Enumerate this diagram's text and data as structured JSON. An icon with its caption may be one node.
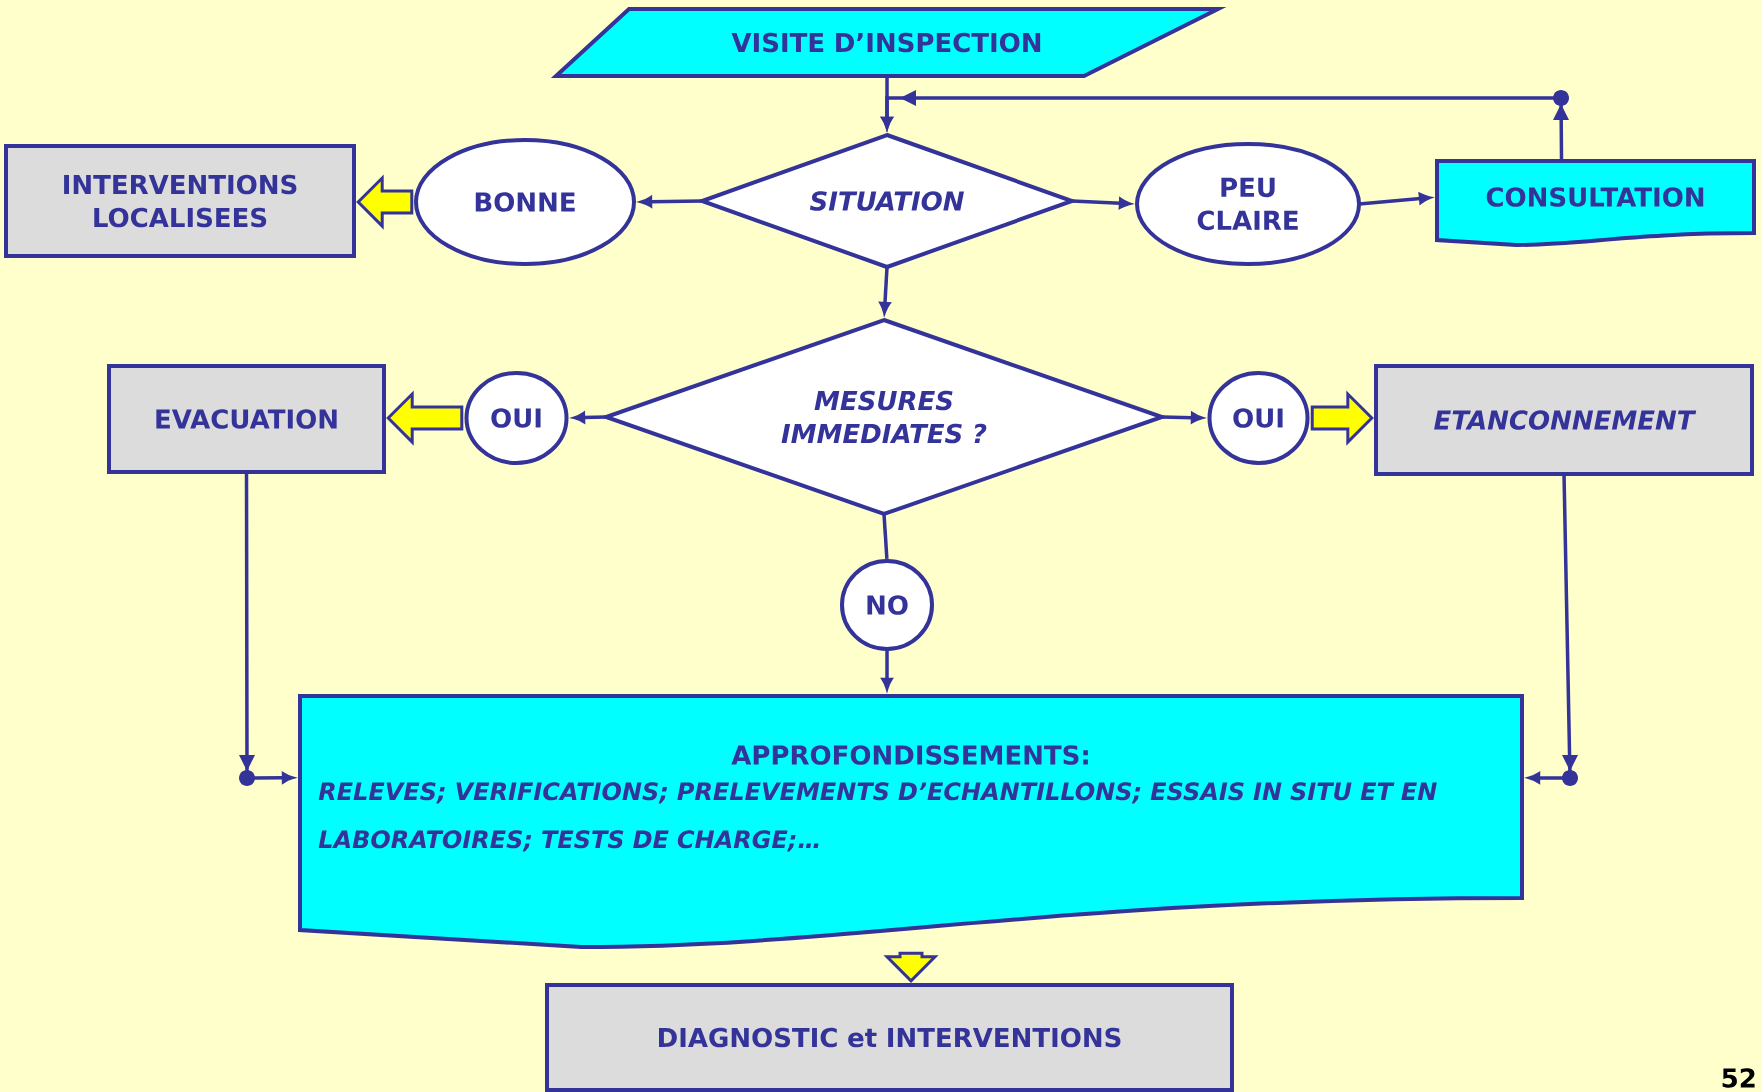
{
  "diagram": {
    "nodes": [
      {
        "text": [
          "VISITE D’INSPECTION"
        ]
      },
      {
        "text": [
          "INTERVENTIONS LOCALISEES"
        ]
      },
      {
        "text": [
          "BONNE"
        ]
      },
      {
        "text": [
          "SITUATION"
        ]
      },
      {
        "text": [
          "PEU CLAIRE"
        ]
      },
      {
        "text": [
          "CONSULTATION"
        ]
      },
      {
        "text": [
          "EVACUATION"
        ]
      },
      {
        "text": [
          "OUI"
        ]
      },
      {
        "text": [
          "MESURES IMMEDIATES ?"
        ]
      },
      {
        "text": [
          "OUI"
        ]
      },
      {
        "text": [
          "ETANCONNEMENT"
        ]
      },
      {
        "text": [
          "NO"
        ]
      },
      {
        "text": [
          "APPROFONDISSEMENTS:",
          "RELEVES; VERIFICATIONS; PRELEVEMENTS D’ECHANTILLONS; ESSAIS IN SITU ET EN LABORATOIRES; TESTS DE CHARGE;…"
        ]
      },
      {
        "text": [
          "DIAGNOSTIC et INTERVENTIONS"
        ]
      }
    ],
    "edges": [
      {
        "from": 0,
        "to": 3,
        "arrow": "to"
      },
      {
        "from": 5,
        "to": 3,
        "arrow": "to"
      },
      {
        "from": 3,
        "to": 2,
        "arrow": "to"
      },
      {
        "from": 2,
        "to": 1,
        "arrow": "to",
        "style": "thick",
        "color": "#ffff00"
      },
      {
        "from": 3,
        "to": 4,
        "arrow": "to"
      },
      {
        "from": 4,
        "to": 5,
        "arrow": "to"
      },
      {
        "from": 3,
        "to": 8,
        "arrow": "to"
      },
      {
        "from": 8,
        "to": 7,
        "arrow": "to"
      },
      {
        "from": 7,
        "to": 6,
        "arrow": "to",
        "style": "thick",
        "color": "#ffff00"
      },
      {
        "from": 8,
        "to": 9,
        "arrow": "to"
      },
      {
        "from": 9,
        "to": 10,
        "arrow": "to",
        "style": "thick",
        "color": "#ffff00"
      },
      {
        "from": 8,
        "to": 11,
        "arrow": "none"
      },
      {
        "from": 11,
        "to": 12,
        "arrow": "to"
      },
      {
        "from": 6,
        "to": 12,
        "arrow": "to"
      },
      {
        "from": 10,
        "to": 12,
        "arrow": "to"
      },
      {
        "from": 12,
        "to": 13,
        "arrow": "to",
        "style": "thick",
        "color": "#ffff00"
      }
    ],
    "labels": [
      "52"
    ]
  }
}
